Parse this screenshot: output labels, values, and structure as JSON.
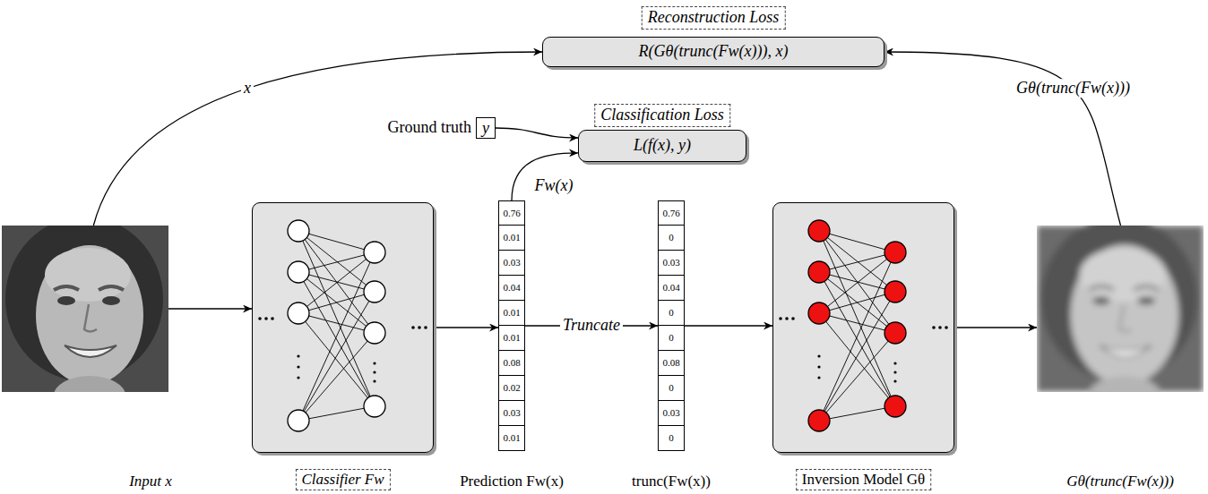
{
  "diagram": {
    "nodes": [
      {
        "text": [
          "Reconstruction Loss",
          "R(Gθ(trunc(Fw(x))), x)"
        ]
      },
      {
        "text": [
          "Ground truth",
          "y"
        ]
      },
      {
        "text": [
          "Classification Loss",
          "L(f(x), y)"
        ]
      },
      {
        "text": [
          "Input x"
        ]
      },
      {
        "text": [
          "Classifier Fw"
        ]
      },
      {
        "text": [
          "0.76",
          "0.01",
          "0.03",
          "0.04",
          "0.01",
          "0.01",
          "0.08",
          "0.02",
          "0.03",
          "0.01",
          "Prediction Fw(x)"
        ]
      },
      {
        "text": [
          "0.76",
          "0",
          "0.03",
          "0.04",
          "0",
          "0",
          "0.08",
          "0",
          "0.03",
          "0",
          "trunc(Fw(x))"
        ]
      },
      {
        "text": [
          "Inversion Model Gθ"
        ]
      },
      {
        "text": [
          "Gθ(trunc(Fw(x)))"
        ]
      }
    ],
    "edges": [
      {
        "from": 3,
        "to": 4,
        "arrow": "to"
      },
      {
        "from": 4,
        "to": 5,
        "arrow": "to"
      },
      {
        "from": 5,
        "to": 6,
        "label": "Truncate",
        "arrow": "to"
      },
      {
        "from": 6,
        "to": 7,
        "arrow": "to"
      },
      {
        "from": 7,
        "to": 8,
        "arrow": "to"
      },
      {
        "from": 1,
        "to": 2,
        "arrow": "to"
      },
      {
        "from": 5,
        "to": 2,
        "label": "Fw(x)",
        "arrow": "to"
      },
      {
        "from": 3,
        "to": 0,
        "label": "x",
        "arrow": "to"
      },
      {
        "from": 8,
        "to": 0,
        "label": "Gθ(trunc(Fw(x)))",
        "arrow": "to"
      }
    ]
  }
}
